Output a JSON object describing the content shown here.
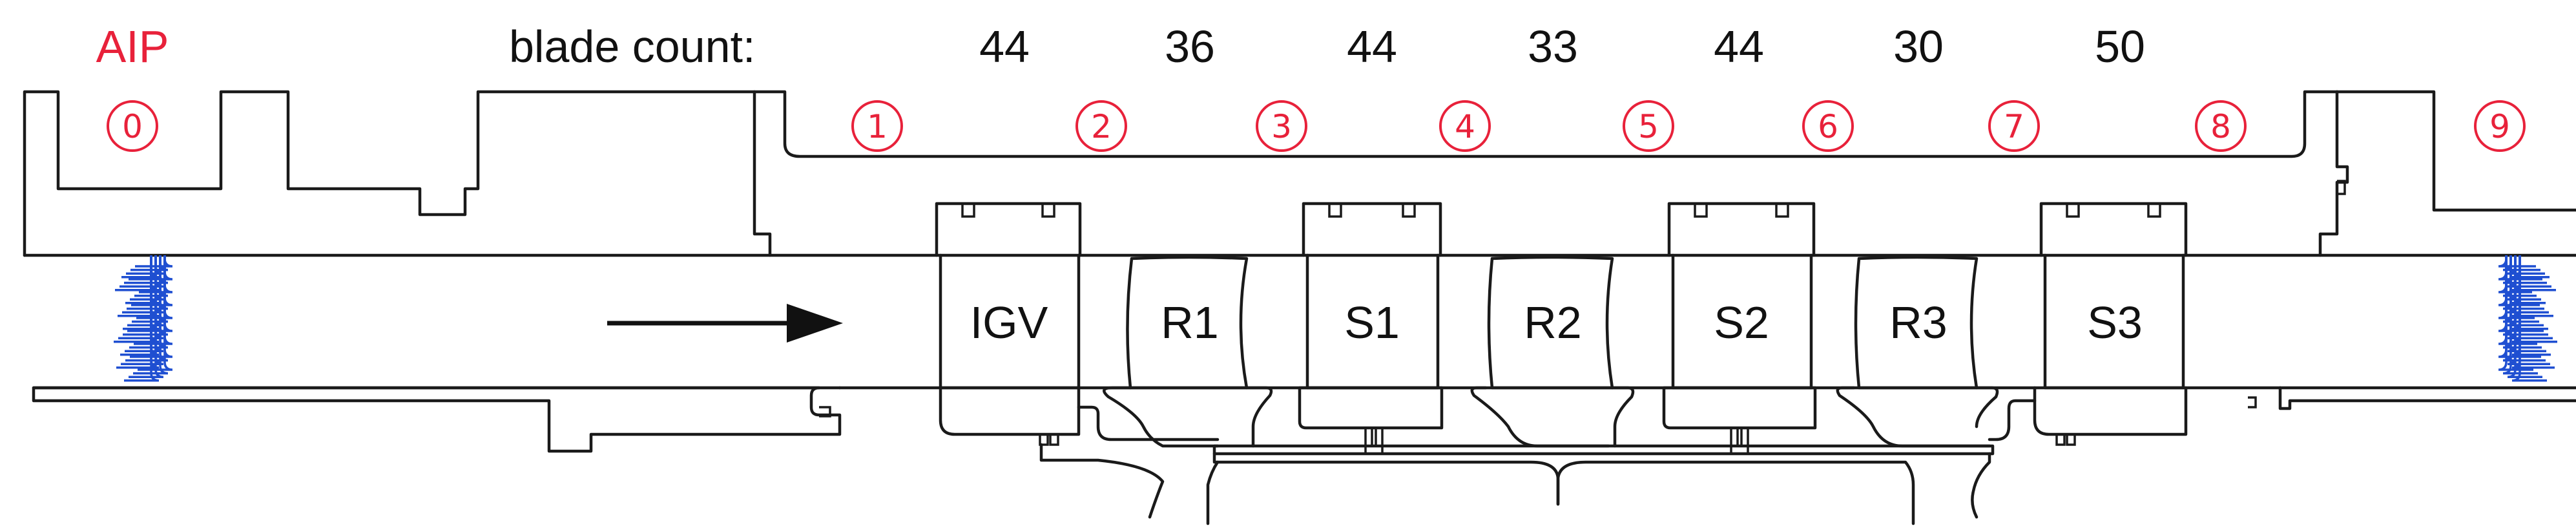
{
  "header": {
    "blade_count_label": "blade count:",
    "counts": [
      "44",
      "36",
      "44",
      "33",
      "44",
      "30",
      "50"
    ]
  },
  "aip_label": "AIP",
  "stations": [
    "0",
    "1",
    "2",
    "3",
    "4",
    "5",
    "6",
    "7",
    "8",
    "9"
  ],
  "blades": [
    "IGV",
    "R1",
    "S1",
    "R2",
    "S2",
    "R3",
    "S3"
  ],
  "colors": {
    "station": "#e8213a",
    "rake": "#1f4fd1",
    "line": "#1a1a1a"
  },
  "flow_direction_icon": "arrow-right-icon"
}
